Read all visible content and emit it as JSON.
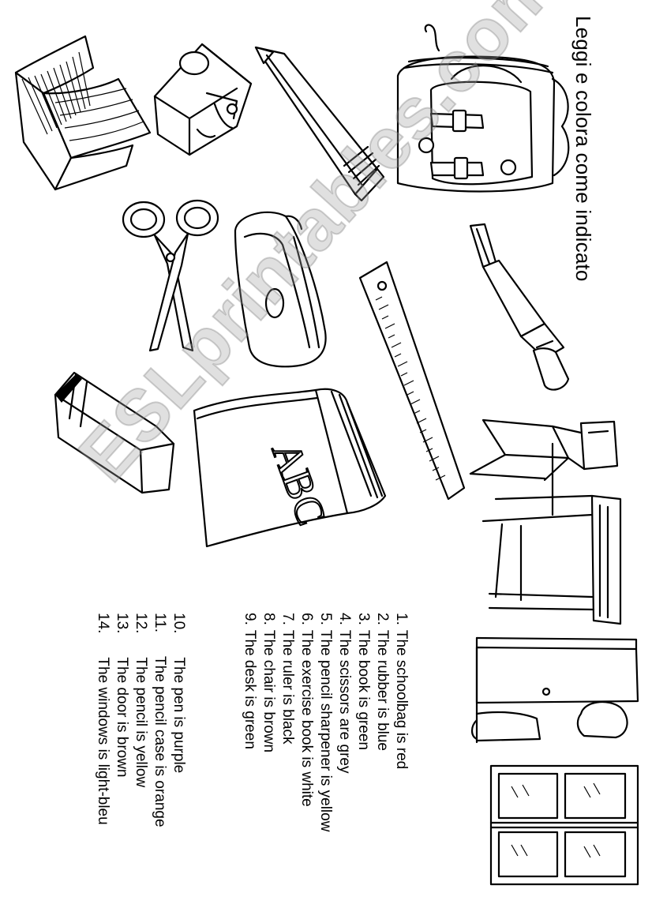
{
  "title": "Leggi e colora come indicato",
  "cover_letters": "ABC",
  "watermark": "ESLprintables.com",
  "items": [
    {
      "num": "1.",
      "text": "The schoolbag is red"
    },
    {
      "num": "2.",
      "text": "The rubber is blue"
    },
    {
      "num": "3.",
      "text": "The book is green"
    },
    {
      "num": "4.",
      "text": "The scissors are grey"
    },
    {
      "num": "5.",
      "text": "The pencil sharpener is yellow"
    },
    {
      "num": "6.",
      "text": "The exercise book is white"
    },
    {
      "num": "7.",
      "text": "The ruler is black"
    },
    {
      "num": "8.",
      "text": "The chair is brown"
    },
    {
      "num": "9.",
      "text": "The desk is green"
    },
    {
      "num": "10.",
      "text": "The pen is purple"
    },
    {
      "num": "11.",
      "text": "The pencil case is orange"
    },
    {
      "num": "12.",
      "text": "The pencil is yellow"
    },
    {
      "num": "13.",
      "text": "The door is brown"
    },
    {
      "num": "14.",
      "text": "The windows is light-bleu"
    }
  ]
}
